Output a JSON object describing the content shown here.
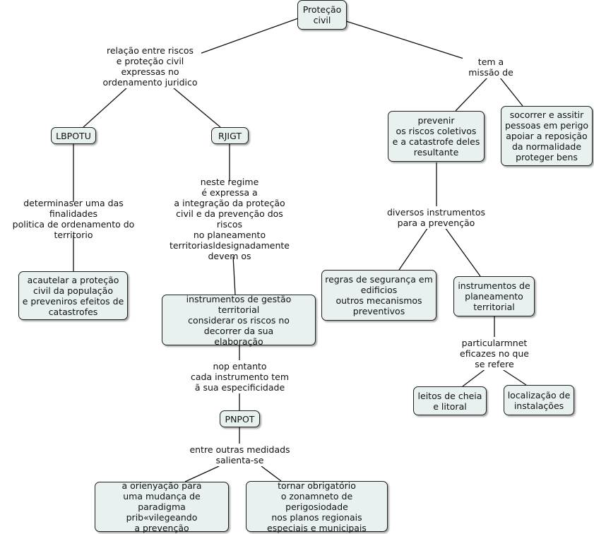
{
  "concept_map": {
    "nodes": {
      "root": "Proteção\ncivil",
      "lbpotu": "LBPOTU",
      "rjigt": "RJIGT",
      "acautelar": "acautelar a proteção\ncivil da população\ne preveniros efeitos de\ncatastrofes",
      "instrumentos_gestao": "instrumentos de gestão territorial\nconsiderar os riscos no\ndecorrer da sua\nelaboração",
      "pnpot": "PNPOT",
      "orienyacao": "a orienyação para\numa mudança de paradigma\nprib«vilegeando\na prevenção",
      "tornar": "tornar obrigatório\no zonamneto de perigosiodade\nnos planos regionais\nespeciais e municipais",
      "prevenir": "prevenir\nos riscos coletivos\ne a catastrofe deles\nresultante",
      "socorrer": "socorrer e assitir\npessoas em perigo\napoiar a reposição\nda normalidade\nproteger bens",
      "regras": "regras de segurança em\nedificios\noutros mecanismos\npreventivos",
      "instrumentos_planeamento": "instrumentos de\nplaneamento\nterritorial",
      "leitos": "leitos de cheia\ne litoral",
      "localizacao": "localização de\ninstalações"
    },
    "linking_phrases": {
      "relacao": "relação entre riscos\ne proteção civil\nexpressas no\nordenamento juridico",
      "tem_a_missao": "tem a\nmissão de",
      "determinaser": "determinaser uma das finalidades\npolitica de ordenamento do\nterritorio",
      "neste_regime": "neste regime\né expressa a\na integração da proteção\ncivil e da prevenção dos riscos\nno planeamento\nterritoriasldesignadamente\ndevem os",
      "nop_entanto": "nop entanto\ncada instrumento tem\nã sua especificidade",
      "entre_outras": "entre outras medidads\nsalienta-se",
      "diversos": "diversos instrumentos\npara a prevenção",
      "particularmnet": "particularmnet\neficazes no que\nse refere"
    },
    "colors": {
      "node_fill": "#e8f0f0",
      "node_border": "#202020",
      "line": "#111111",
      "background": "#ffffff"
    }
  }
}
